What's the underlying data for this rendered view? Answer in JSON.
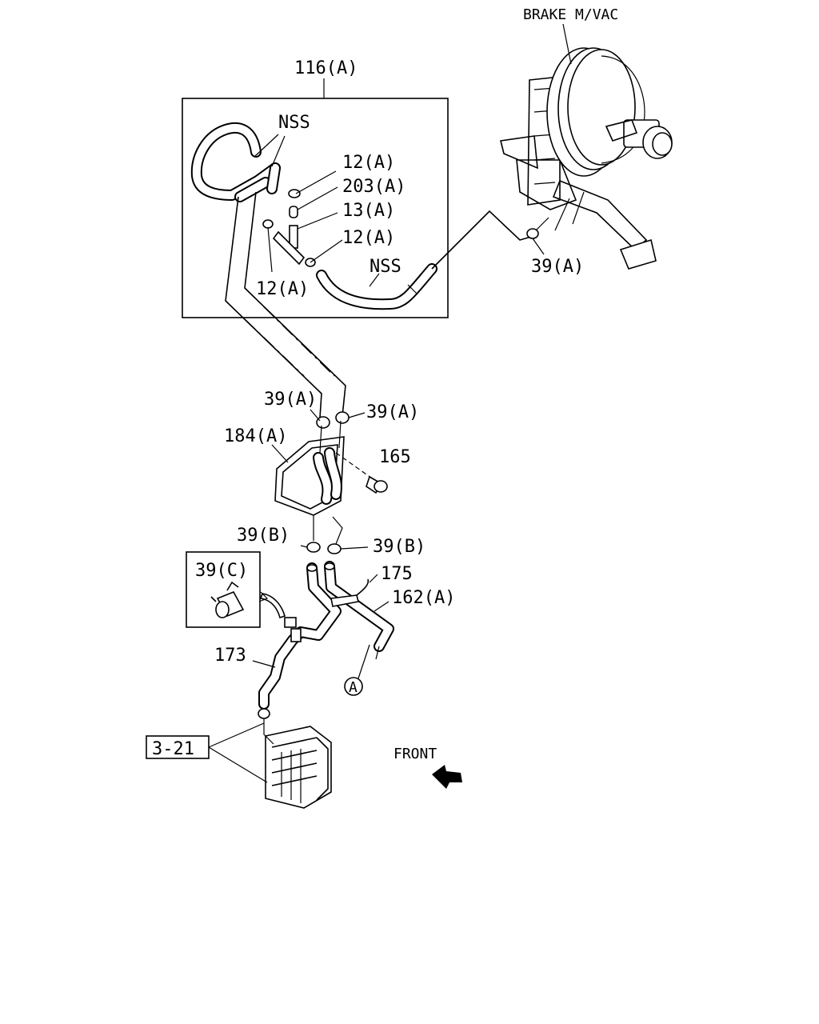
{
  "labels": {
    "brake": "BRAKE M/VAC",
    "assy_116": "116(A)",
    "nss_top": "NSS",
    "p12a_1": "12(A)",
    "p203a": "203(A)",
    "p13a": "13(A)",
    "p12a_2": "12(A)",
    "nss_bottom": "NSS",
    "p12a_3": "12(A)",
    "p39a_brake": "39(A)",
    "p39a_left": "39(A)",
    "p39a_right": "39(A)",
    "p184a": "184(A)",
    "p165": "165",
    "p39b_left": "39(B)",
    "p39b_right": "39(B)",
    "p175": "175",
    "p162a": "162(A)",
    "p39c": "39(C)",
    "p173": "173",
    "ref_a": "A",
    "ref_3_21": "3-21",
    "front": "FRONT"
  }
}
